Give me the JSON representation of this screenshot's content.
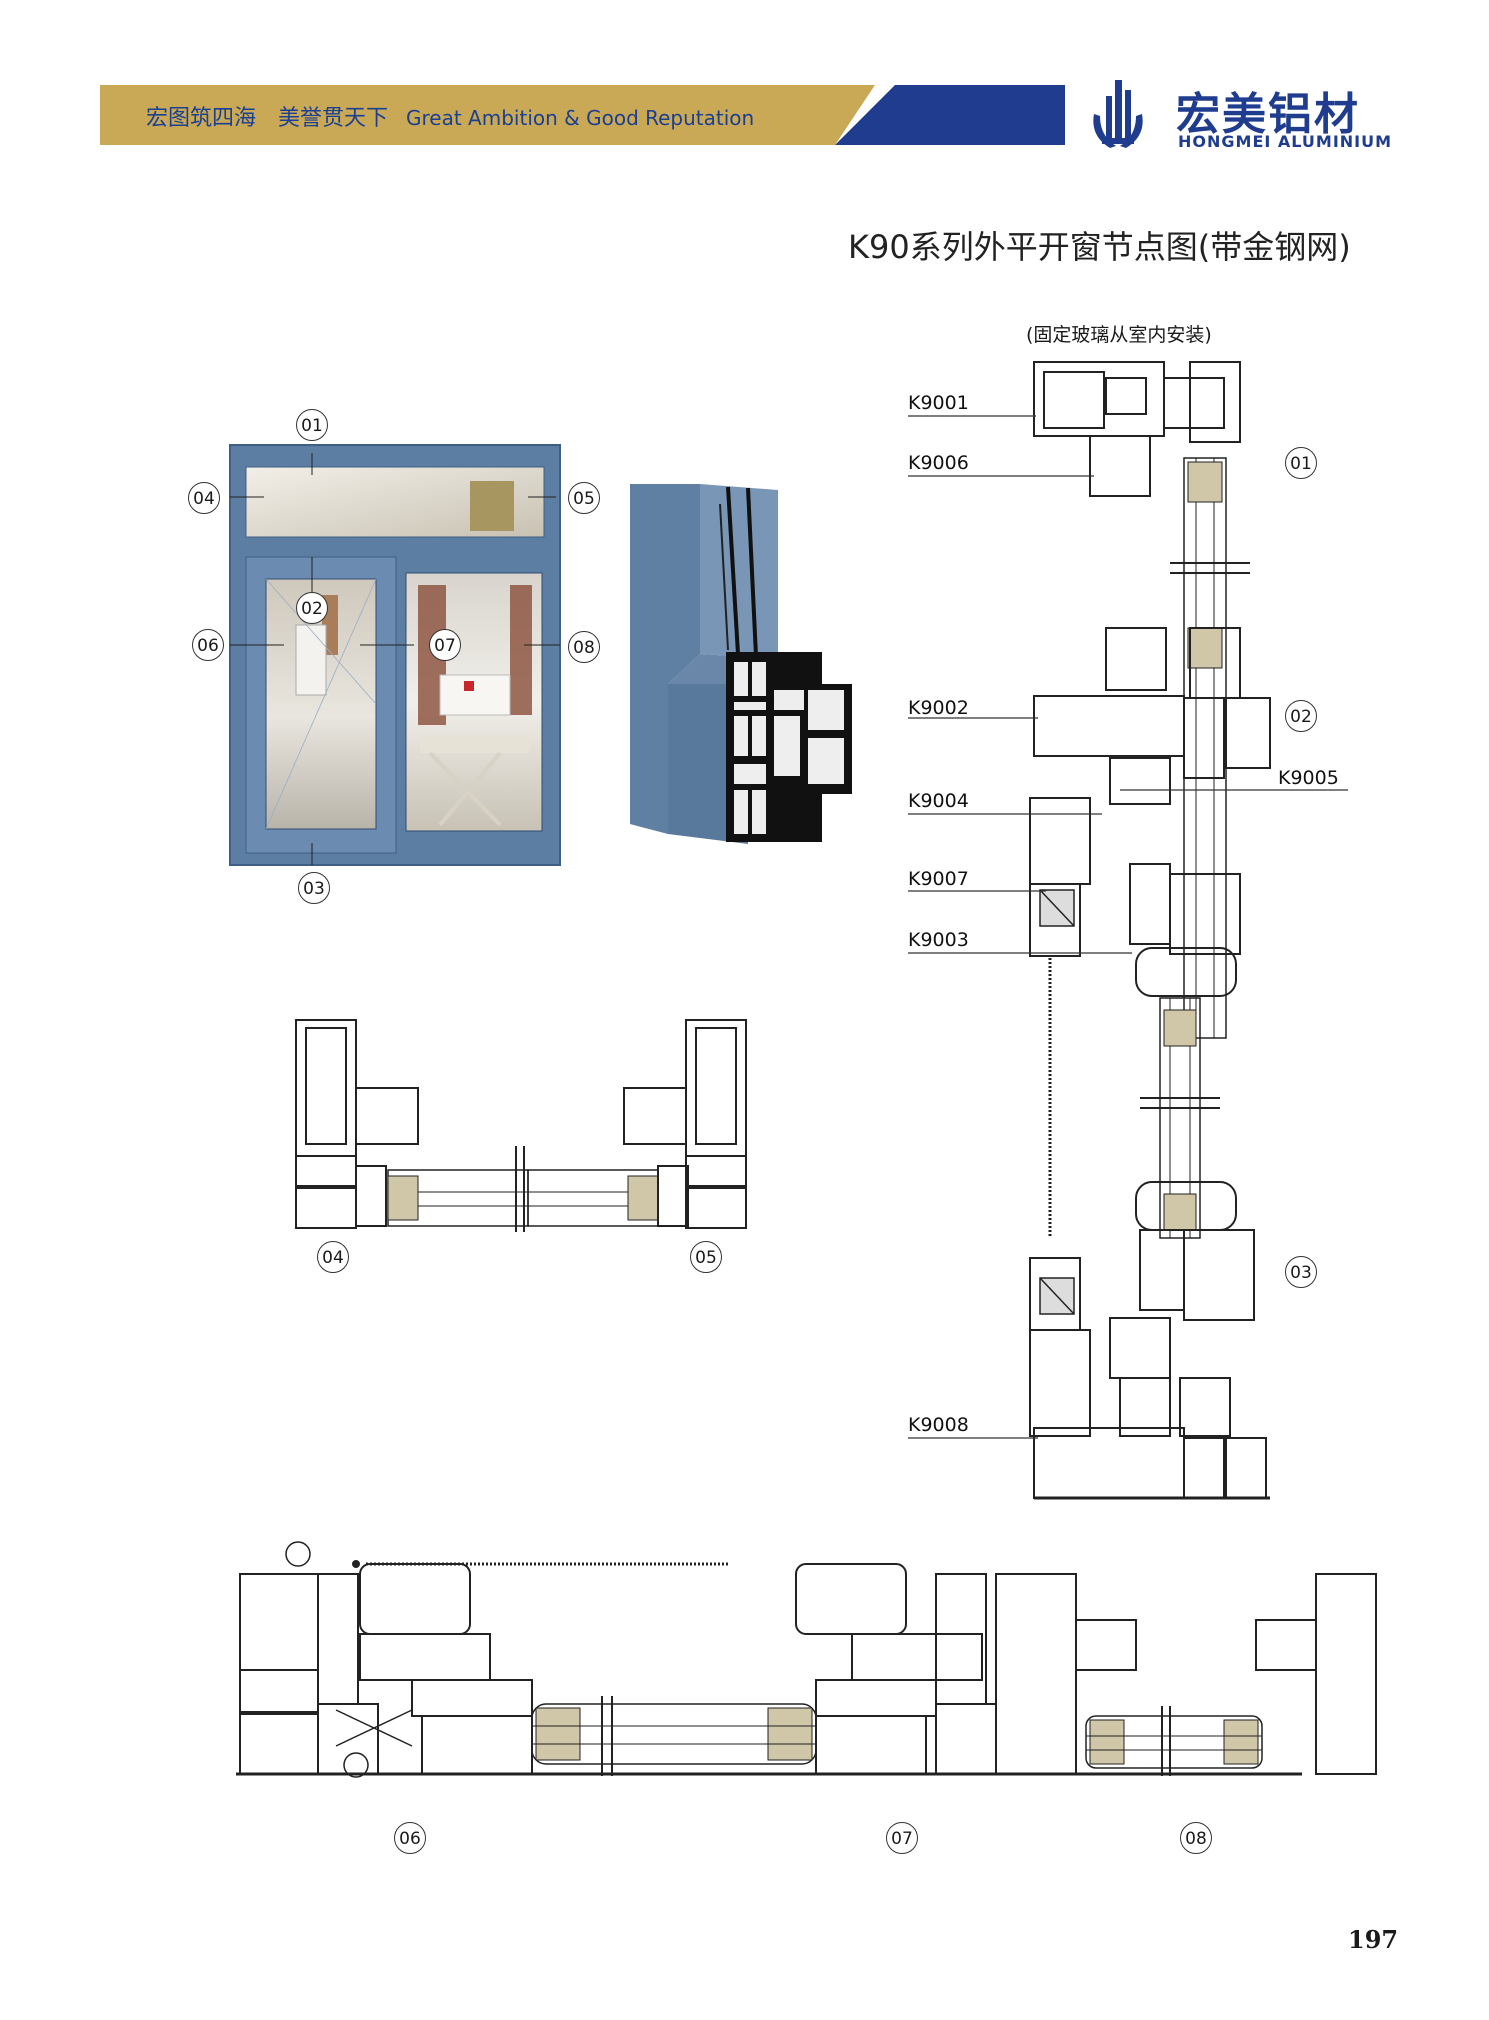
{
  "header": {
    "slogan_cn": "宏图筑四海　美誉贯天下",
    "slogan_en": "Great Ambition & Good Reputation",
    "brand_cn": "宏美铝材",
    "brand_en": "HONGMEI ALUMINIUM",
    "colors": {
      "gold": "#c9a956",
      "blue": "#1f3c8e"
    }
  },
  "page_title": "K90系列外平开窗节点图(带金钢网)",
  "install_note": "(固定玻璃从室内安装)",
  "window_callouts": [
    "01",
    "02",
    "03",
    "04",
    "05",
    "06",
    "07",
    "08"
  ],
  "part_labels": [
    "K9001",
    "K9006",
    "K9002",
    "K9005",
    "K9004",
    "K9007",
    "K9003",
    "K9008"
  ],
  "section_callouts": {
    "vertical": [
      "01",
      "02",
      "03"
    ],
    "side": [
      "04",
      "05"
    ],
    "bottom": [
      "06",
      "07",
      "08"
    ]
  },
  "page_number": "197"
}
